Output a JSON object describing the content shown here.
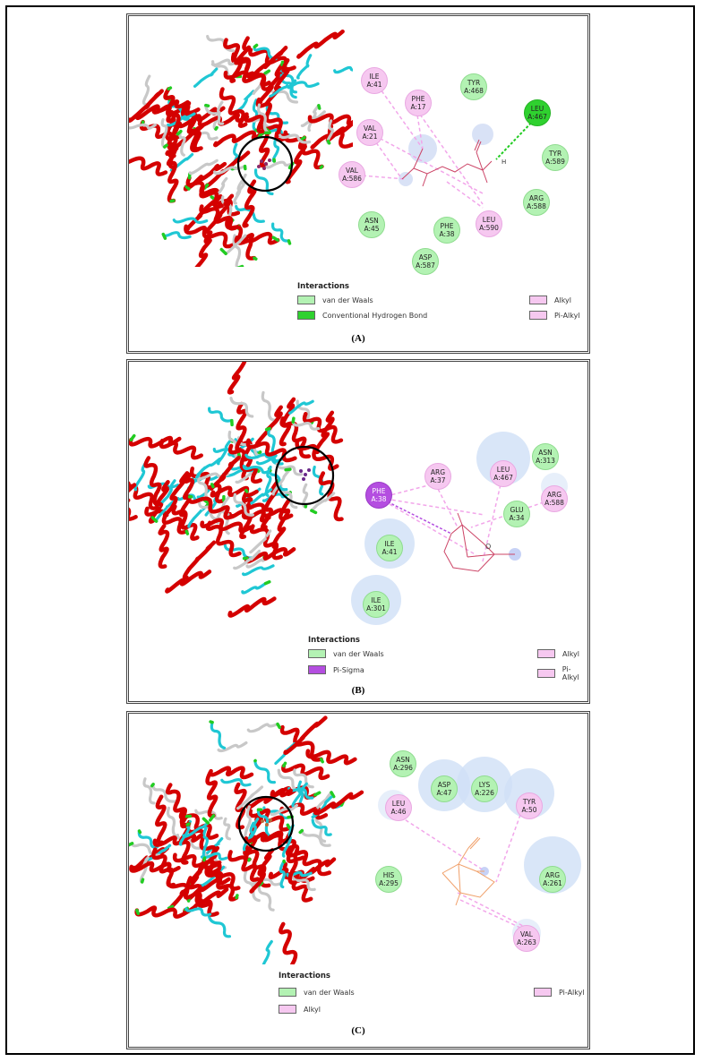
{
  "colors": {
    "van_der_waals": "#b3f2b3",
    "conventional_hydrogen_bond": "#2fd12f",
    "alkyl": "#f6c8f0",
    "pi_sigma": "#b44ee0",
    "helix": "#d40000",
    "sheet": "#1fc7d4",
    "coil": "#c8c8c8",
    "turn": "#22cc22"
  },
  "panels": [
    {
      "caption": "(A)",
      "legend_title": "Interactions",
      "legend": [
        "van der Waals",
        "Conventional Hydrogen Bond",
        "Alkyl",
        "Pi-Alkyl"
      ],
      "residues": [
        {
          "l1": "ILE",
          "l2": "A:41"
        },
        {
          "l1": "PHE",
          "l2": "A:17"
        },
        {
          "l1": "TYR",
          "l2": "A:468"
        },
        {
          "l1": "LEU",
          "l2": "A:467"
        },
        {
          "l1": "VAL",
          "l2": "A:21"
        },
        {
          "l1": "TYR",
          "l2": "A:589"
        },
        {
          "l1": "VAL",
          "l2": "A:586"
        },
        {
          "l1": "ARG",
          "l2": "A:588"
        },
        {
          "l1": "ASN",
          "l2": "A:45"
        },
        {
          "l1": "PHE",
          "l2": "A:38"
        },
        {
          "l1": "LEU",
          "l2": "A:590"
        },
        {
          "l1": "ASP",
          "l2": "A:587"
        }
      ],
      "atom_label": "H"
    },
    {
      "caption": "(B)",
      "legend_title": "Interactions",
      "legend": [
        "van der Waals",
        "Pi-Sigma",
        "Alkyl",
        "Pi-Alkyl"
      ],
      "residues": [
        {
          "l1": "ASN",
          "l2": "A:313"
        },
        {
          "l1": "ARG",
          "l2": "A:37"
        },
        {
          "l1": "LEU",
          "l2": "A:467"
        },
        {
          "l1": "PHE",
          "l2": "A:38"
        },
        {
          "l1": "ARG",
          "l2": "A:588"
        },
        {
          "l1": "GLU",
          "l2": "A:34"
        },
        {
          "l1": "ILE",
          "l2": "A:41"
        },
        {
          "l1": "ILE",
          "l2": "A:301"
        }
      ],
      "atom_label": "O"
    },
    {
      "caption": "(C)",
      "legend_title": "Interactions",
      "legend": [
        "van der Waals",
        "Alkyl",
        "Pi-Alkyl"
      ],
      "residues": [
        {
          "l1": "ASN",
          "l2": "A:296"
        },
        {
          "l1": "ASP",
          "l2": "A:47"
        },
        {
          "l1": "LYS",
          "l2": "A:226"
        },
        {
          "l1": "LEU",
          "l2": "A:46"
        },
        {
          "l1": "TYR",
          "l2": "A:50"
        },
        {
          "l1": "HIS",
          "l2": "A:295"
        },
        {
          "l1": "ARG",
          "l2": "A:261"
        },
        {
          "l1": "VAL",
          "l2": "A:263"
        }
      ]
    }
  ]
}
